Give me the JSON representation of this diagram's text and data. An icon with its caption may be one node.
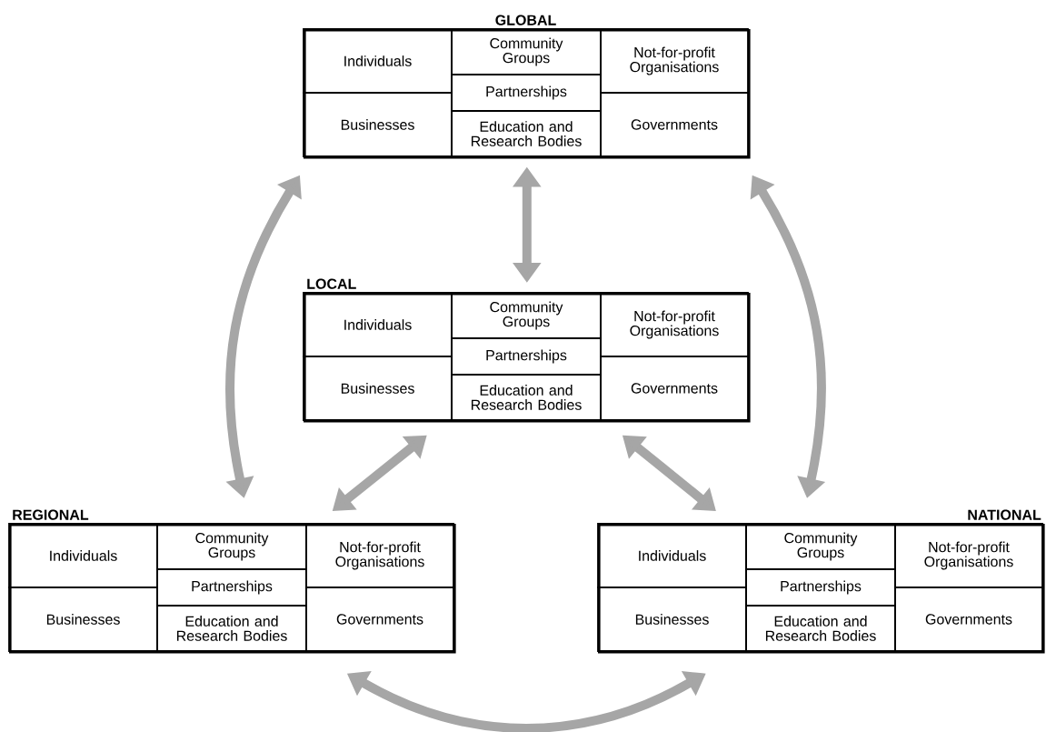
{
  "diagram": {
    "nodes": [
      {
        "text": [
          "GLOBAL"
        ]
      },
      {
        "text": [
          "Individuals"
        ],
        "in": 0
      },
      {
        "text": [
          "Community Groups"
        ],
        "in": 0
      },
      {
        "text": [
          "Not-for-profit Organisations"
        ],
        "in": 0
      },
      {
        "text": [
          "Partnerships"
        ],
        "in": 0
      },
      {
        "text": [
          "Businesses"
        ],
        "in": 0
      },
      {
        "text": [
          "Education and Research Bodies"
        ],
        "in": 0
      },
      {
        "text": [
          "Governments"
        ],
        "in": 0
      },
      {
        "text": [
          "LOCAL"
        ]
      },
      {
        "text": [
          "Individuals"
        ],
        "in": 8
      },
      {
        "text": [
          "Community Groups"
        ],
        "in": 8
      },
      {
        "text": [
          "Not-for-profit Organisations"
        ],
        "in": 8
      },
      {
        "text": [
          "Partnerships"
        ],
        "in": 8
      },
      {
        "text": [
          "Businesses"
        ],
        "in": 8
      },
      {
        "text": [
          "Education and Research Bodies"
        ],
        "in": 8
      },
      {
        "text": [
          "Governments"
        ],
        "in": 8
      },
      {
        "text": [
          "REGIONAL"
        ]
      },
      {
        "text": [
          "Individuals"
        ],
        "in": 16
      },
      {
        "text": [
          "Community Groups"
        ],
        "in": 16
      },
      {
        "text": [
          "Not-for-profit Organisations"
        ],
        "in": 16
      },
      {
        "text": [
          "Partnerships"
        ],
        "in": 16
      },
      {
        "text": [
          "Businesses"
        ],
        "in": 16
      },
      {
        "text": [
          "Education and Research Bodies"
        ],
        "in": 16
      },
      {
        "text": [
          "Governments"
        ],
        "in": 16
      },
      {
        "text": [
          "NATIONAL"
        ]
      },
      {
        "text": [
          "Individuals"
        ],
        "in": 24
      },
      {
        "text": [
          "Community Groups"
        ],
        "in": 24
      },
      {
        "text": [
          "Not-for-profit Organisations"
        ],
        "in": 24
      },
      {
        "text": [
          "Partnerships"
        ],
        "in": 24
      },
      {
        "text": [
          "Businesses"
        ],
        "in": 24
      },
      {
        "text": [
          "Education and Research Bodies"
        ],
        "in": 24
      },
      {
        "text": [
          "Governments"
        ],
        "in": 24
      }
    ],
    "edges": [
      {
        "from": 0,
        "to": 8,
        "arrow": "both"
      },
      {
        "from": 0,
        "to": 16,
        "arrow": "both"
      },
      {
        "from": 0,
        "to": 24,
        "arrow": "both"
      },
      {
        "from": 8,
        "to": 16,
        "arrow": "both"
      },
      {
        "from": 8,
        "to": 24,
        "arrow": "both"
      },
      {
        "from": 16,
        "to": 24,
        "arrow": "both"
      }
    ]
  }
}
